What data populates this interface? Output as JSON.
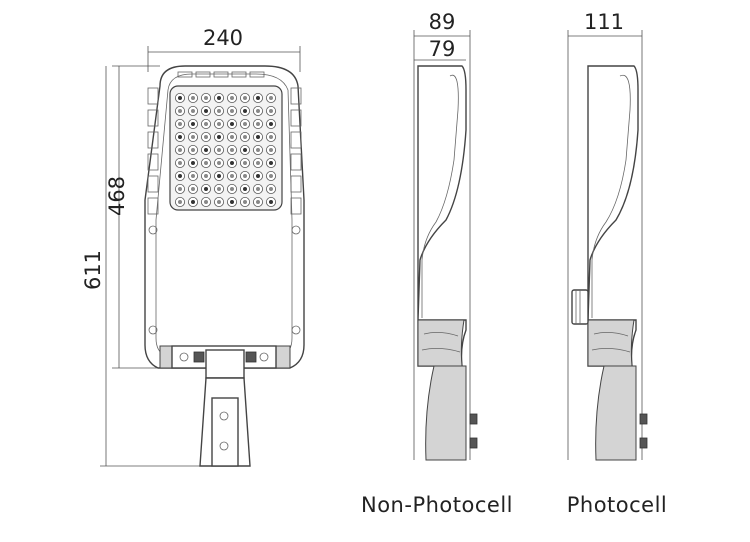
{
  "dimensions": {
    "width_front": "240",
    "height_body": "468",
    "height_total": "611",
    "depth_total": "89",
    "depth_body": "79",
    "depth_photocell": "111"
  },
  "captions": {
    "non_photocell": "Non-Photocell",
    "photocell": "Photocell"
  },
  "colors": {
    "line": "#444444",
    "shade": "#d4d4d4",
    "text": "#222222"
  }
}
